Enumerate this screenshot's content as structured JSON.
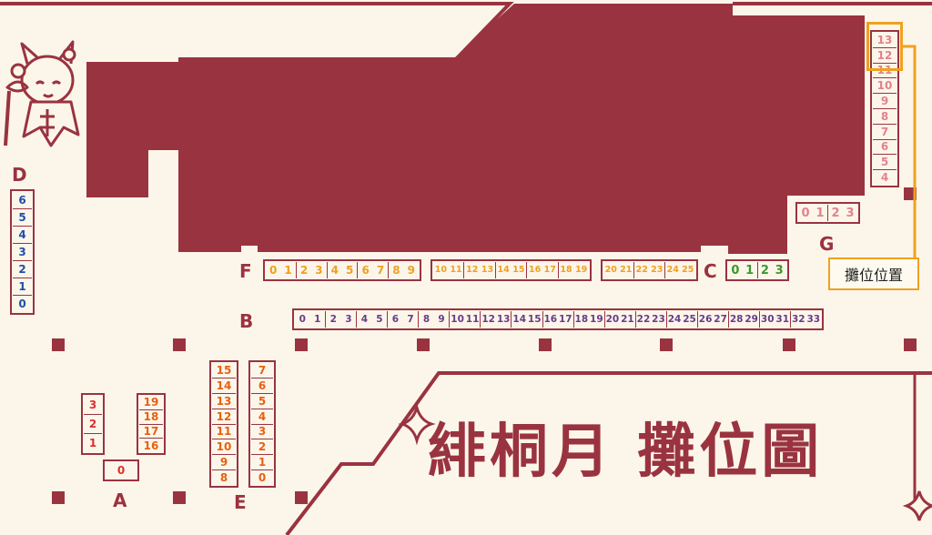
{
  "title": "緋桐月 攤位圖",
  "legend": {
    "label": "攤位位置"
  },
  "colors": {
    "maroon": "#9a3340",
    "background": "#fcf6ea",
    "highlight": "#f0a020"
  },
  "icons": {
    "mascot": "mascot-girl-icon",
    "sparkle": "sparkle-icon"
  },
  "areas": {
    "A": {
      "letter": "A",
      "left_col": [
        "3",
        "2",
        "1"
      ],
      "bottom": [
        "0"
      ],
      "right_col": [
        "19",
        "18",
        "17",
        "16"
      ]
    },
    "B": {
      "letter": "B",
      "booths": [
        "0",
        "1",
        "2",
        "3",
        "4",
        "5",
        "6",
        "7",
        "8",
        "9",
        "10",
        "11",
        "12",
        "13",
        "14",
        "15",
        "16",
        "17",
        "18",
        "19",
        "20",
        "21",
        "22",
        "23",
        "24",
        "25",
        "26",
        "27",
        "28",
        "29",
        "30",
        "31",
        "32",
        "33"
      ]
    },
    "C": {
      "letter": "C",
      "booths": [
        "0",
        "1",
        "2",
        "3"
      ]
    },
    "D": {
      "letter": "D",
      "booths": [
        "6",
        "5",
        "4",
        "3",
        "2",
        "1",
        "0"
      ]
    },
    "E": {
      "letter": "E",
      "left_col": [
        "15",
        "14",
        "13",
        "12",
        "11",
        "10",
        "9",
        "8"
      ],
      "right_col": [
        "7",
        "6",
        "5",
        "4",
        "3",
        "2",
        "1",
        "0"
      ]
    },
    "F": {
      "letter": "F",
      "group1": [
        "0",
        "1",
        "2",
        "3",
        "4",
        "5",
        "6",
        "7",
        "8",
        "9"
      ],
      "group2": [
        "10",
        "11",
        "12",
        "13",
        "14",
        "15",
        "16",
        "17",
        "18",
        "19"
      ],
      "group3": [
        "20",
        "21",
        "22",
        "23",
        "24",
        "25"
      ]
    },
    "G": {
      "letter": "G",
      "row": [
        "0",
        "1",
        "2",
        "3"
      ],
      "col": [
        "13",
        "12",
        "11",
        "10",
        "9",
        "8",
        "7",
        "6",
        "5",
        "4"
      ]
    }
  }
}
